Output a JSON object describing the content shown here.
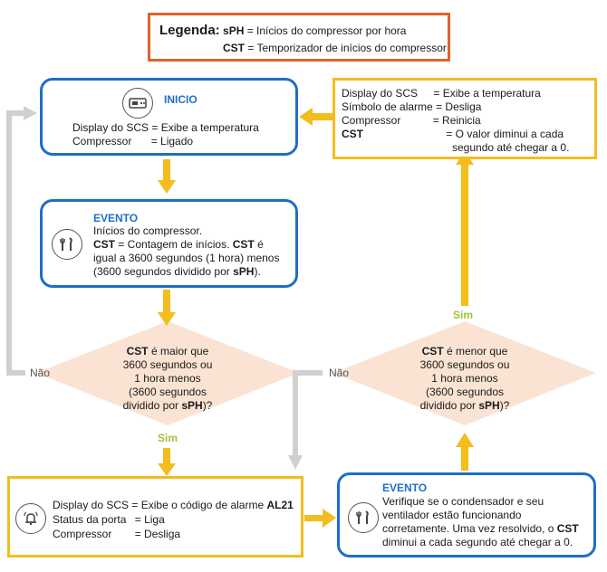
{
  "legend": {
    "label": "Legenda:",
    "sph_key": "sPH",
    "sph_text": " = Inícios do compressor por hora",
    "cst_key": "CST",
    "cst_text": " = Temporizador de inícios do compressor"
  },
  "inicio": {
    "title": "INICIO",
    "line1_key": "Display do SCS",
    "line1_val": "= Exibe a temperatura",
    "line2_key": "Compressor",
    "line2_val": "= Ligado"
  },
  "evento1": {
    "title": "EVENTO",
    "line1": "Inícios do compressor.",
    "line2_a": "CST",
    "line2_b": " = Contagem de inícios. ",
    "line2_c": "CST",
    "line2_d": " é",
    "line3": "igual a 3600 segundos (1 hora) menos",
    "line4_a": "(3600 segundos dividido por ",
    "line4_b": "sPH",
    "line4_c": ")."
  },
  "diamond_left": {
    "l1_a": "CST",
    "l1_b": " é maior que",
    "l2": "3600 segundos ou",
    "l3": "1 hora menos",
    "l4": "(3600 segundos",
    "l5_a": "dividido por ",
    "l5_b": "sPH",
    "l5_c": ")?"
  },
  "diamond_right": {
    "l1_a": "CST",
    "l1_b": " é menor que",
    "l2": "3600 segundos ou",
    "l3": "1 hora menos",
    "l4": "(3600 segundos",
    "l5_a": "dividido por ",
    "l5_b": "sPH",
    "l5_c": ")?"
  },
  "labels": {
    "nao_left": "Não",
    "nao_right": "Não",
    "sim_left": "Sim",
    "sim_right": "Sim"
  },
  "alarm_box": {
    "line1_key": "Display do SCS",
    "line1_val": "= Exibe o código de alarme ",
    "line1_code": "AL21",
    "line2_key": "Status da porta",
    "line2_val": "= Liga",
    "line3_key": "Compressor",
    "line3_val": "= Desliga"
  },
  "evento2": {
    "title": "EVENTO",
    "line1": "Verifique se o condensador e seu",
    "line2": "ventilador estão funcionando",
    "line3_a": "corretamente. Uma vez resolvido, o ",
    "line3_b": "CST",
    "line4": "diminui a cada segundo até chegar a 0."
  },
  "reset_box": {
    "line1_key": "Display do SCS",
    "line1_val": "= Exibe a temperatura",
    "line2_key": "Símbolo de alarme",
    "line2_val": "= Desliga",
    "line3_key": "Compressor",
    "line3_val": "= Reinicia",
    "line4_key": "CST",
    "line4_val": "= O valor diminui a cada",
    "line5": "segundo até chegar a 0."
  },
  "colors": {
    "blue": "#1f6ec6",
    "yellow": "#f3bd1e",
    "orange": "#e2622a",
    "diamond": "#fbe3d3",
    "grey_arrow": "#d0d0d0",
    "green_label": "#a5c23a"
  },
  "icons": [
    "controller-display-icon",
    "tools-icon",
    "alarm-bell-icon",
    "tools-icon"
  ]
}
